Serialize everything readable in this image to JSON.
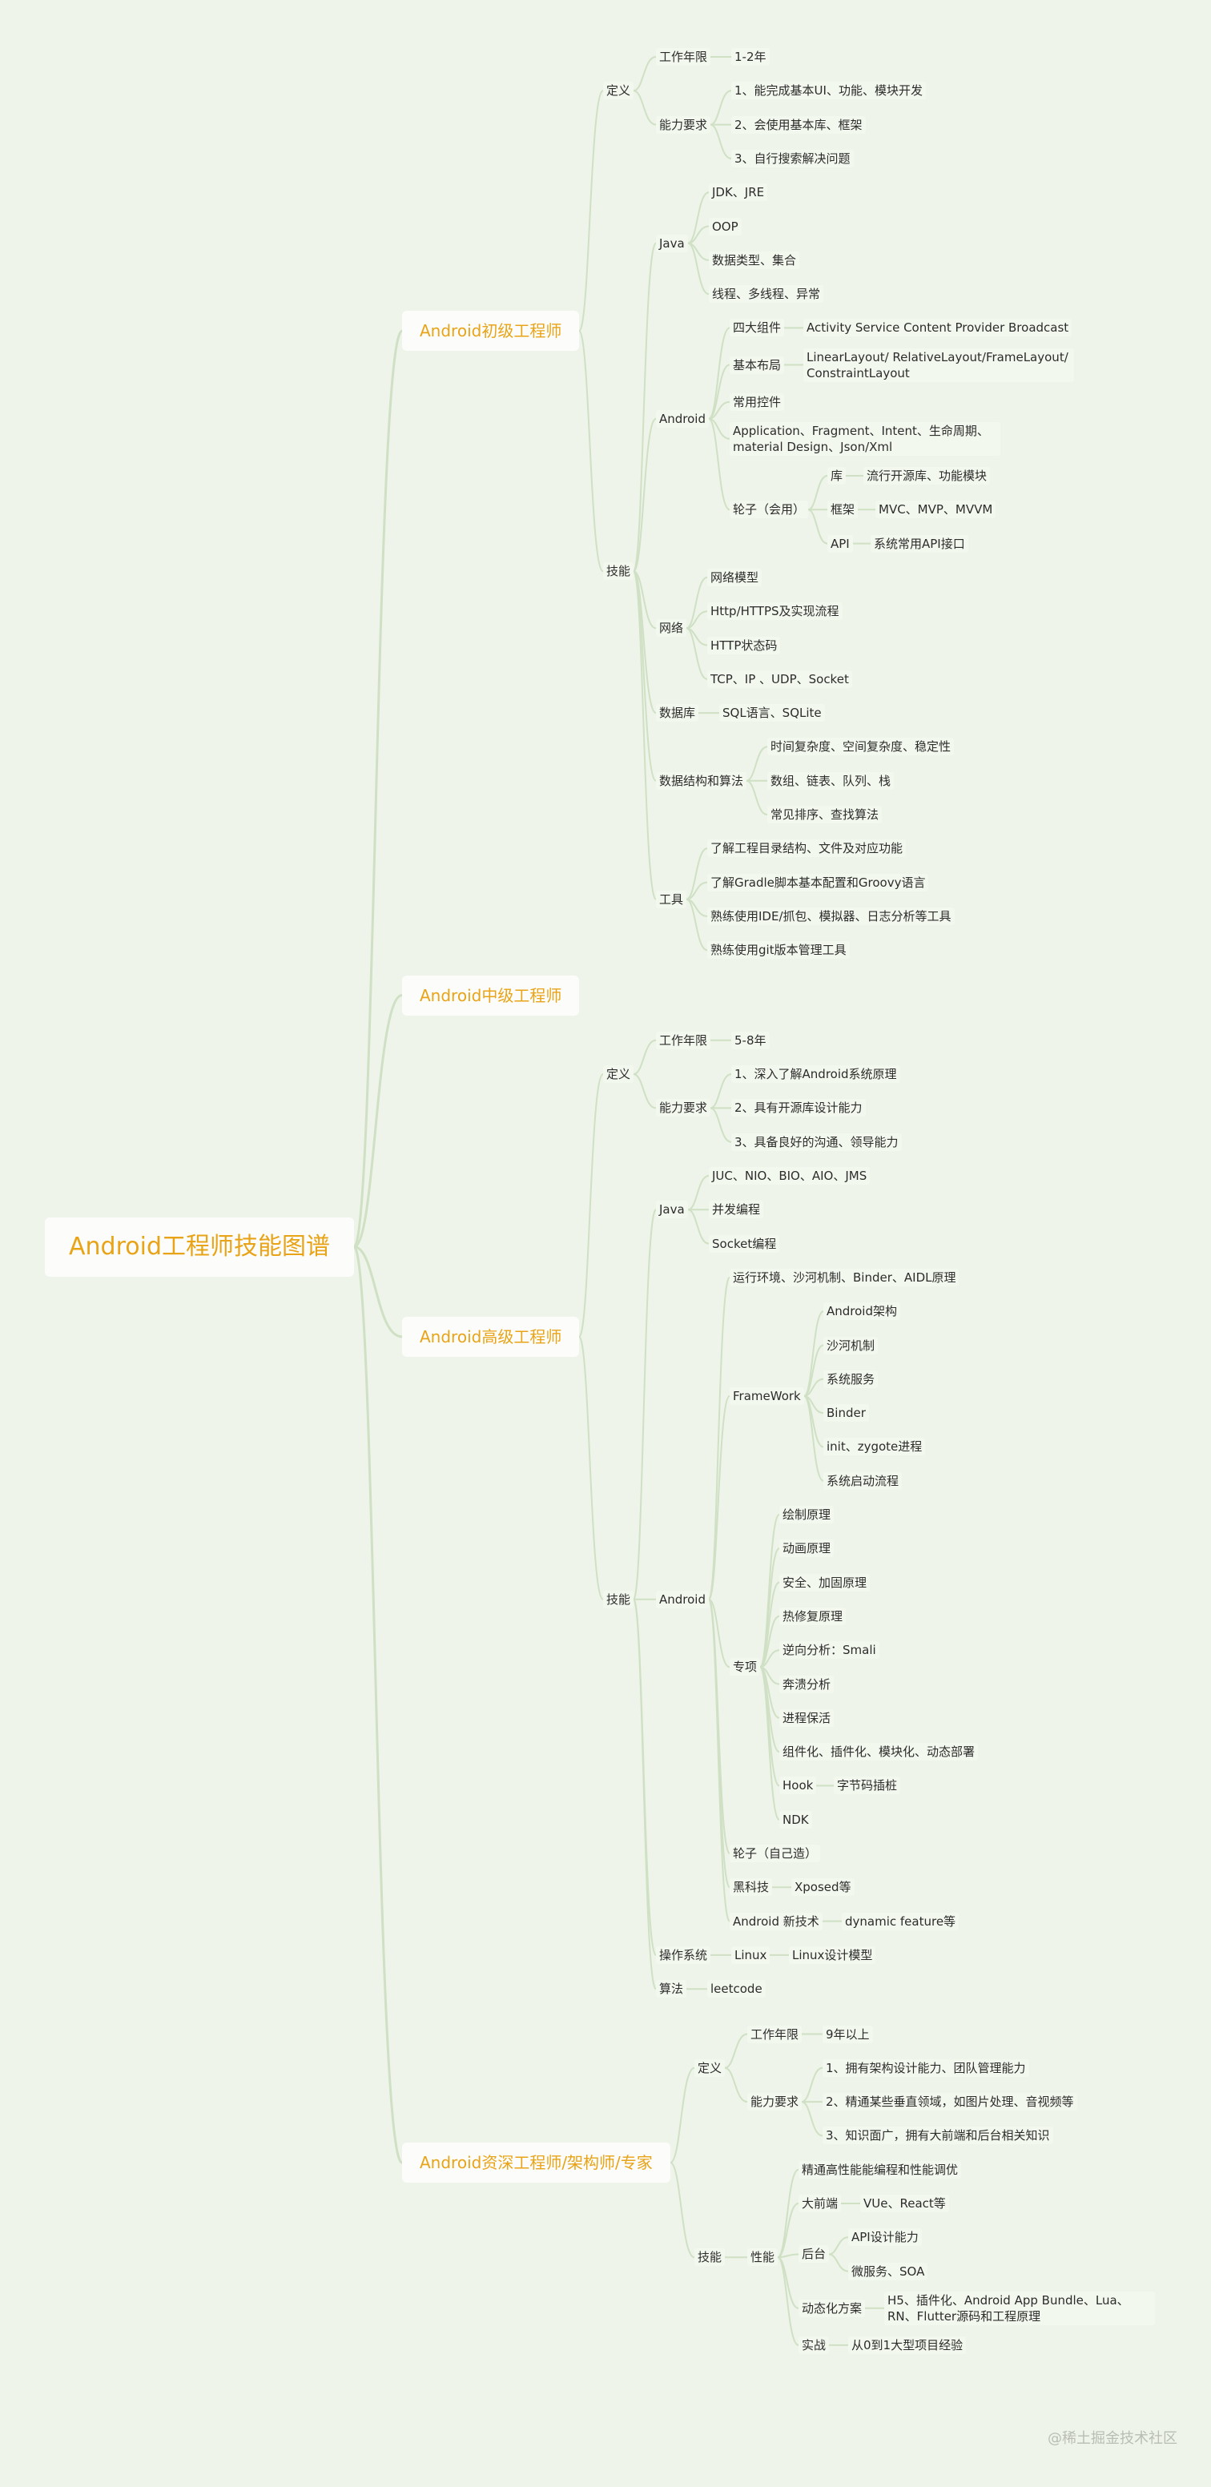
{
  "watermark": "@稀土掘金技术社区",
  "colors": {
    "background": "#eef4e9",
    "line": "#cfe0c4",
    "accent": "#e8a317"
  },
  "mindmap": {
    "label": "Android工程师技能图谱",
    "children": [
      {
        "label": "Android初级工程师",
        "children": [
          {
            "label": "定义",
            "children": [
              {
                "label": "工作年限",
                "children": [
                  {
                    "label": "1-2年"
                  }
                ]
              },
              {
                "label": "能力要求",
                "children": [
                  {
                    "label": "1、能完成基本UI、功能、模块开发"
                  },
                  {
                    "label": "2、会使用基本库、框架"
                  },
                  {
                    "label": "3、自行搜索解决问题"
                  }
                ]
              }
            ]
          },
          {
            "label": "技能",
            "children": [
              {
                "label": "Java",
                "children": [
                  {
                    "label": "JDK、JRE"
                  },
                  {
                    "label": "OOP"
                  },
                  {
                    "label": "数据类型、集合"
                  },
                  {
                    "label": "线程、多线程、异常"
                  }
                ]
              },
              {
                "label": "Android",
                "children": [
                  {
                    "label": "四大组件",
                    "children": [
                      {
                        "label": "Activity Service Content Provider Broadcast"
                      }
                    ]
                  },
                  {
                    "label": "基本布局",
                    "children": [
                      {
                        "label": "LinearLayout/ RelativeLayout/FrameLayout/\nConstraintLayout"
                      }
                    ]
                  },
                  {
                    "label": "常用控件"
                  },
                  {
                    "label": "Application、Fragment、Intent、生命周期、\nmaterial Design、Json/Xml"
                  },
                  {
                    "label": "轮子（会用）",
                    "children": [
                      {
                        "label": "库",
                        "children": [
                          {
                            "label": "流行开源库、功能模块"
                          }
                        ]
                      },
                      {
                        "label": "框架",
                        "children": [
                          {
                            "label": "MVC、MVP、MVVM"
                          }
                        ]
                      },
                      {
                        "label": "API",
                        "children": [
                          {
                            "label": "系统常用API接口"
                          }
                        ]
                      }
                    ]
                  }
                ]
              },
              {
                "label": "网络",
                "children": [
                  {
                    "label": "网络模型"
                  },
                  {
                    "label": "Http/HTTPS及实现流程"
                  },
                  {
                    "label": "HTTP状态码"
                  },
                  {
                    "label": "TCP、IP 、UDP、Socket"
                  }
                ]
              },
              {
                "label": "数据库",
                "children": [
                  {
                    "label": "SQL语言、SQLite"
                  }
                ]
              },
              {
                "label": "数据结构和算法",
                "children": [
                  {
                    "label": "时间复杂度、空间复杂度、稳定性"
                  },
                  {
                    "label": "数组、链表、队列、栈"
                  },
                  {
                    "label": "常见排序、查找算法"
                  }
                ]
              },
              {
                "label": "工具",
                "children": [
                  {
                    "label": "了解工程目录结构、文件及对应功能"
                  },
                  {
                    "label": "了解Gradle脚本基本配置和Groovy语言"
                  },
                  {
                    "label": "熟练使用IDE/抓包、模拟器、日志分析等工具"
                  },
                  {
                    "label": "熟练使用git版本管理工具"
                  }
                ]
              }
            ]
          }
        ]
      },
      {
        "label": "Android中级工程师"
      },
      {
        "label": "Android高级工程师",
        "children": [
          {
            "label": "定义",
            "children": [
              {
                "label": "工作年限",
                "children": [
                  {
                    "label": "5-8年"
                  }
                ]
              },
              {
                "label": "能力要求",
                "children": [
                  {
                    "label": "1、深入了解Android系统原理"
                  },
                  {
                    "label": "2、具有开源库设计能力"
                  },
                  {
                    "label": "3、具备良好的沟通、领导能力"
                  }
                ]
              }
            ]
          },
          {
            "label": "技能",
            "children": [
              {
                "label": "Java",
                "children": [
                  {
                    "label": "JUC、NIO、BIO、AIO、JMS"
                  },
                  {
                    "label": "并发编程"
                  },
                  {
                    "label": "Socket编程"
                  }
                ]
              },
              {
                "label": "Android",
                "children": [
                  {
                    "label": "运行环境、沙河机制、Binder、AIDL原理"
                  },
                  {
                    "label": "FrameWork",
                    "children": [
                      {
                        "label": "Android架构"
                      },
                      {
                        "label": "沙河机制"
                      },
                      {
                        "label": "系统服务"
                      },
                      {
                        "label": "Binder"
                      },
                      {
                        "label": "init、zygote进程"
                      },
                      {
                        "label": "系统启动流程"
                      }
                    ]
                  },
                  {
                    "label": "专项",
                    "children": [
                      {
                        "label": "绘制原理"
                      },
                      {
                        "label": "动画原理"
                      },
                      {
                        "label": "安全、加固原理"
                      },
                      {
                        "label": "热修复原理"
                      },
                      {
                        "label": "逆向分析：Smali"
                      },
                      {
                        "label": "奔溃分析"
                      },
                      {
                        "label": "进程保活"
                      },
                      {
                        "label": "组件化、插件化、模块化、动态部署"
                      },
                      {
                        "label": "Hook",
                        "children": [
                          {
                            "label": "字节码插桩"
                          }
                        ]
                      },
                      {
                        "label": "NDK"
                      }
                    ]
                  },
                  {
                    "label": "轮子（自己造）"
                  },
                  {
                    "label": "黑科技",
                    "children": [
                      {
                        "label": "Xposed等"
                      }
                    ]
                  },
                  {
                    "label": "Android 新技术",
                    "children": [
                      {
                        "label": "dynamic feature等"
                      }
                    ]
                  }
                ]
              },
              {
                "label": "操作系统",
                "children": [
                  {
                    "label": "Linux",
                    "children": [
                      {
                        "label": "Linux设计模型"
                      }
                    ]
                  }
                ]
              },
              {
                "label": "算法",
                "children": [
                  {
                    "label": "leetcode"
                  }
                ]
              }
            ]
          }
        ]
      },
      {
        "label": "Android资深工程师/架构师/专家",
        "children": [
          {
            "label": "定义",
            "children": [
              {
                "label": "工作年限",
                "children": [
                  {
                    "label": "9年以上"
                  }
                ]
              },
              {
                "label": "能力要求",
                "children": [
                  {
                    "label": "1、拥有架构设计能力、团队管理能力"
                  },
                  {
                    "label": "2、精通某些垂直领域，如图片处理、音视频等"
                  },
                  {
                    "label": "3、知识面广，拥有大前端和后台相关知识"
                  }
                ]
              }
            ]
          },
          {
            "label": "技能",
            "children": [
              {
                "label": "性能",
                "children": [
                  {
                    "label": "精通高性能能编程和性能调优"
                  },
                  {
                    "label": "大前端",
                    "children": [
                      {
                        "label": "VUe、React等"
                      }
                    ]
                  },
                  {
                    "label": "后台",
                    "children": [
                      {
                        "label": "API设计能力"
                      },
                      {
                        "label": "微服务、SOA"
                      }
                    ]
                  },
                  {
                    "label": "动态化方案",
                    "children": [
                      {
                        "label": "H5、插件化、Android App Bundle、Lua、\nRN、Flutter源码和工程原理"
                      }
                    ]
                  },
                  {
                    "label": "实战",
                    "children": [
                      {
                        "label": "从0到1大型项目经验"
                      }
                    ]
                  }
                ]
              }
            ]
          }
        ]
      }
    ]
  }
}
